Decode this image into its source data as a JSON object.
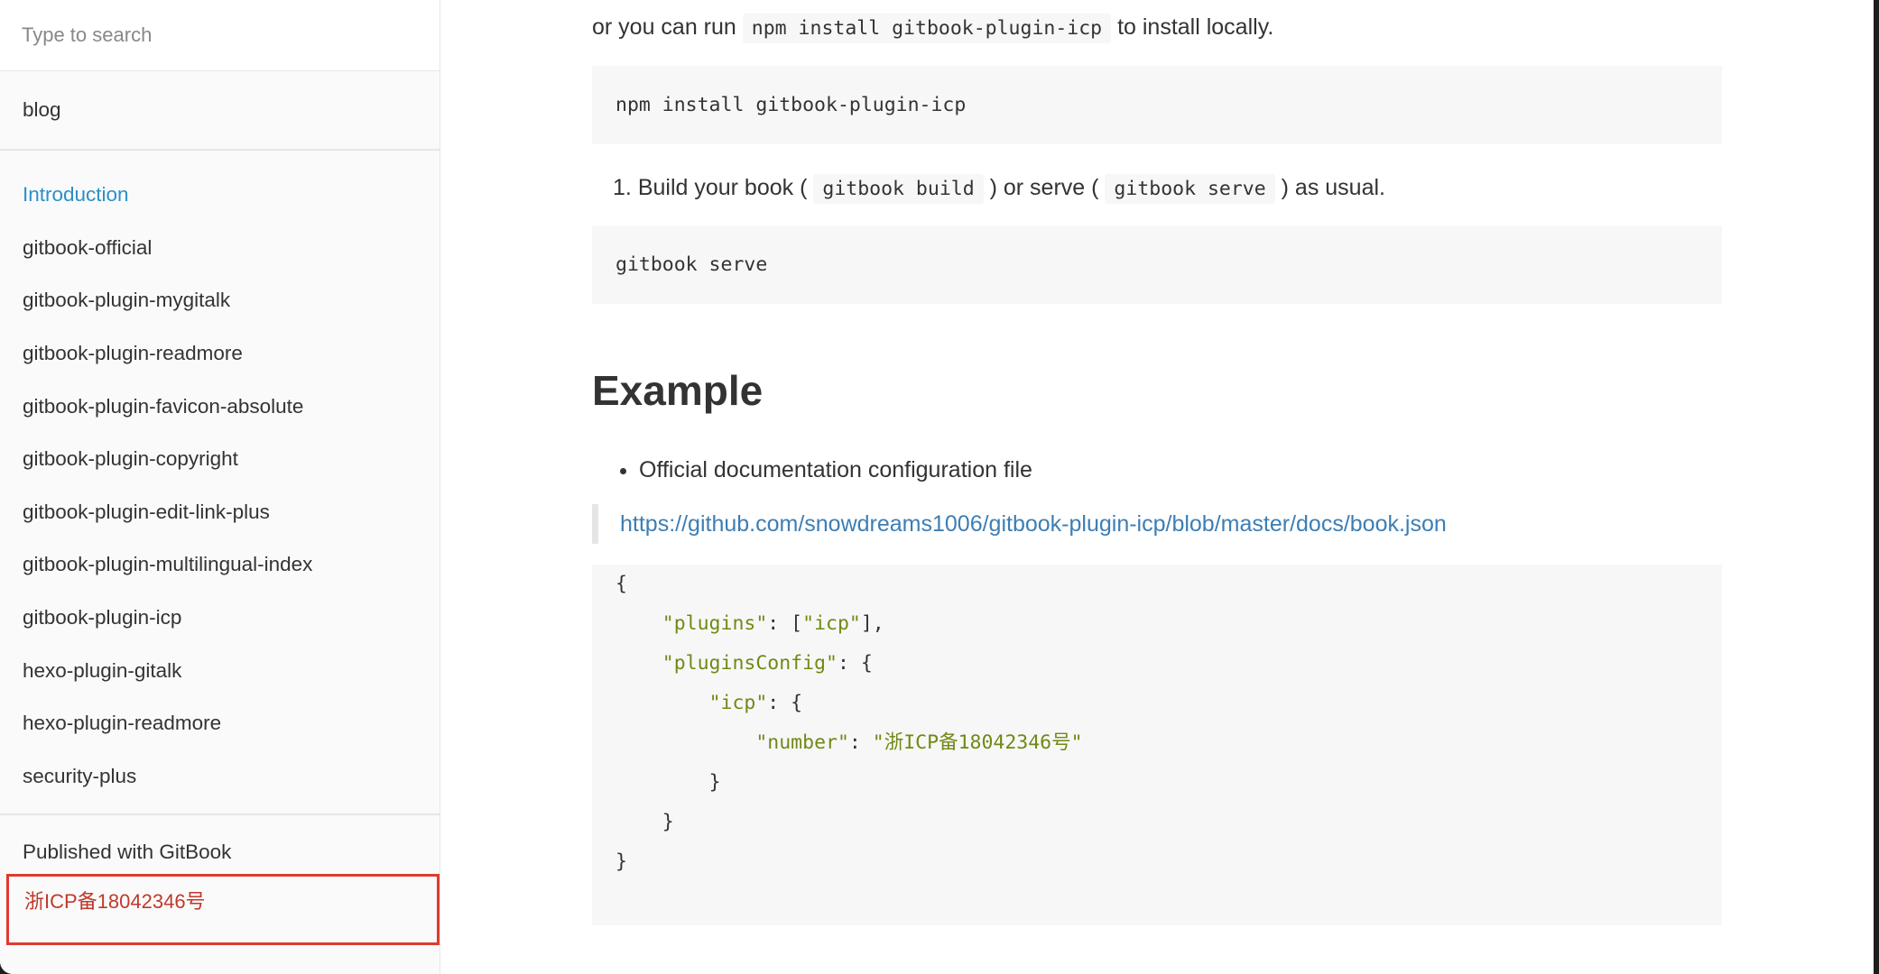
{
  "sidebar": {
    "search_placeholder": "Type to search",
    "header_item": "blog",
    "items": [
      {
        "label": "Introduction",
        "active": true
      },
      {
        "label": "gitbook-official"
      },
      {
        "label": "gitbook-plugin-mygitalk"
      },
      {
        "label": "gitbook-plugin-readmore"
      },
      {
        "label": "gitbook-plugin-favicon-absolute"
      },
      {
        "label": "gitbook-plugin-copyright"
      },
      {
        "label": "gitbook-plugin-edit-link-plus"
      },
      {
        "label": "gitbook-plugin-multilingual-index"
      },
      {
        "label": "gitbook-plugin-icp"
      },
      {
        "label": "hexo-plugin-gitalk"
      },
      {
        "label": "hexo-plugin-readmore"
      },
      {
        "label": "security-plus"
      }
    ],
    "published": "Published with GitBook",
    "icp_text": "浙ICP备18042346号",
    "icp_highlight_color": "#e03a2f"
  },
  "content": {
    "install_line": {
      "prefix": "or you can run",
      "code": "npm install gitbook-plugin-icp",
      "suffix": "to install locally."
    },
    "code_install": "npm install gitbook-plugin-icp",
    "step1": {
      "number": "1.",
      "text_a": "Build your book (",
      "code_a": "gitbook build",
      "text_b": ") or serve (",
      "code_b": "gitbook serve",
      "text_c": ") as usual."
    },
    "code_serve": "gitbook serve",
    "heading": "Example",
    "bullet": "Official documentation configuration file",
    "link": "https://github.com/snowdreams1006/gitbook-plugin-icp/blob/master/docs/book.json",
    "json_code": {
      "l1": "{",
      "l2_key": "\"plugins\"",
      "l2_sep": ": [",
      "l2_val": "\"icp\"",
      "l2_end": "],",
      "l3_key": "\"pluginsConfig\"",
      "l3_end": ": {",
      "l4_key": "\"icp\"",
      "l4_end": ": {",
      "l5_key": "\"number\"",
      "l5_sep": ": ",
      "l5_val": "\"浙ICP备18042346号\"",
      "l6": "}",
      "l7": "}",
      "l8": "}"
    }
  },
  "colors": {
    "link": "#3d7eb4",
    "active_nav": "#2c8fc7",
    "json_string": "#6e8a14"
  }
}
